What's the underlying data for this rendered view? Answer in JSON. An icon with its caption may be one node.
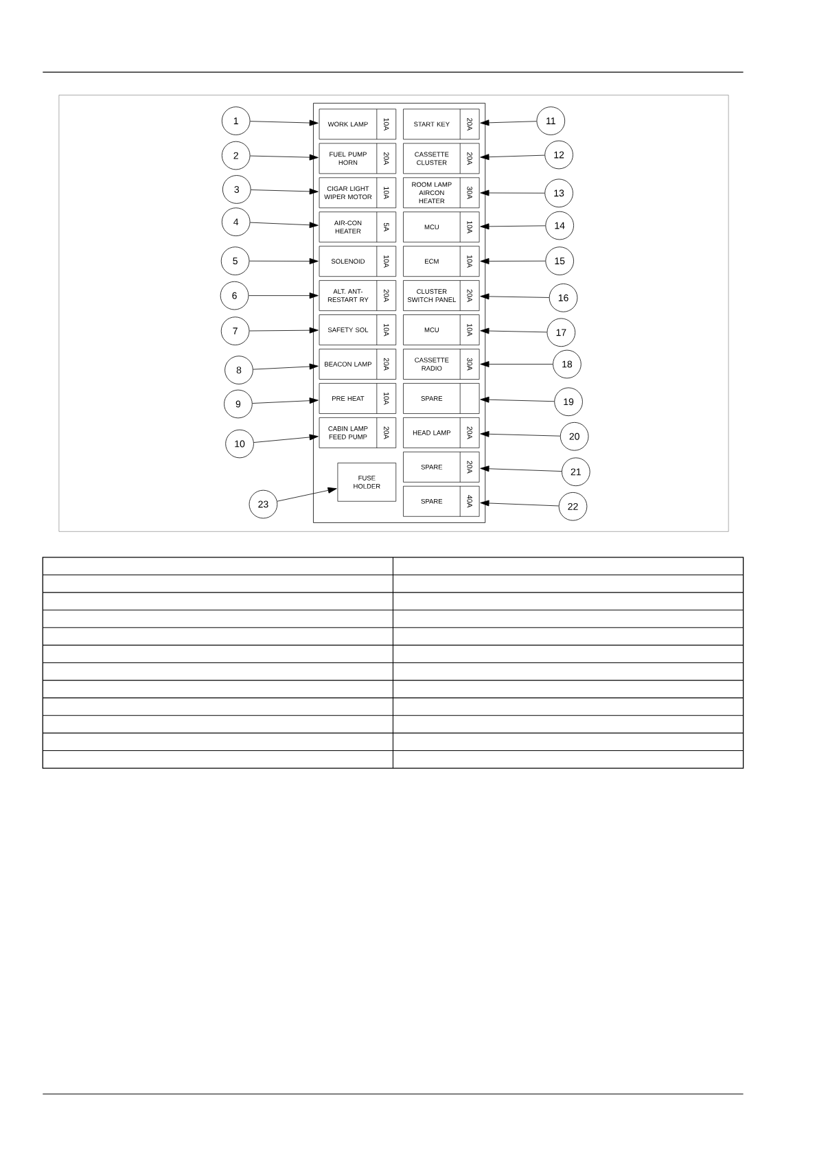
{
  "diagram": {
    "nodes": [
      {
        "text": [
          "1"
        ]
      },
      {
        "text": [
          "2"
        ]
      },
      {
        "text": [
          "3"
        ]
      },
      {
        "text": [
          "4"
        ]
      },
      {
        "text": [
          "5"
        ]
      },
      {
        "text": [
          "6"
        ]
      },
      {
        "text": [
          "7"
        ]
      },
      {
        "text": [
          "8"
        ]
      },
      {
        "text": [
          "9"
        ]
      },
      {
        "text": [
          "10"
        ]
      },
      {
        "text": [
          "11"
        ]
      },
      {
        "text": [
          "12"
        ]
      },
      {
        "text": [
          "13"
        ]
      },
      {
        "text": [
          "14"
        ]
      },
      {
        "text": [
          "15"
        ]
      },
      {
        "text": [
          "16"
        ]
      },
      {
        "text": [
          "17"
        ]
      },
      {
        "text": [
          "18"
        ]
      },
      {
        "text": [
          "19"
        ]
      },
      {
        "text": [
          "20"
        ]
      },
      {
        "text": [
          "21"
        ]
      },
      {
        "text": [
          "22"
        ]
      },
      {
        "text": [
          "23"
        ]
      },
      {
        "text": [
          "WORK LAMP",
          "10A"
        ]
      },
      {
        "text": [
          "FUEL PUMP HORN",
          "20A"
        ]
      },
      {
        "text": [
          "CIGAR LIGHT WIPER MOTOR",
          "10A"
        ]
      },
      {
        "text": [
          "AIR-CON HEATER",
          "5A"
        ]
      },
      {
        "text": [
          "SOLENOID",
          "10A"
        ]
      },
      {
        "text": [
          "ALT. ANT-RESTART RY",
          "20A"
        ]
      },
      {
        "text": [
          "SAFETY SOL",
          "10A"
        ]
      },
      {
        "text": [
          "BEACON LAMP",
          "20A"
        ]
      },
      {
        "text": [
          "PRE HEAT",
          "10A"
        ]
      },
      {
        "text": [
          "CABIN LAMP FEED PUMP",
          "20A"
        ]
      },
      {
        "text": [
          "START KEY",
          "20A"
        ]
      },
      {
        "text": [
          "CASSETTE CLUSTER",
          "20A"
        ]
      },
      {
        "text": [
          "ROOM LAMP AIRCON HEATER",
          "30A"
        ]
      },
      {
        "text": [
          "MCU",
          "10A"
        ]
      },
      {
        "text": [
          "ECM",
          "10A"
        ]
      },
      {
        "text": [
          "CLUSTER SWITCH PANEL",
          "20A"
        ]
      },
      {
        "text": [
          "MCU",
          "10A"
        ]
      },
      {
        "text": [
          "CASSETTE RADIO",
          "30A"
        ]
      },
      {
        "text": [
          "SPARE"
        ]
      },
      {
        "text": [
          "HEAD LAMP",
          "20A"
        ]
      },
      {
        "text": [
          "SPARE",
          "20A"
        ]
      },
      {
        "text": [
          "SPARE",
          "40A"
        ]
      },
      {
        "text": [
          "FUSE HOLDER"
        ]
      }
    ],
    "edges": [
      {
        "from": 0,
        "to": 23,
        "arrow": "to"
      },
      {
        "from": 1,
        "to": 24,
        "arrow": "to"
      },
      {
        "from": 2,
        "to": 25,
        "arrow": "to"
      },
      {
        "from": 3,
        "to": 26,
        "arrow": "to"
      },
      {
        "from": 4,
        "to": 27,
        "arrow": "to"
      },
      {
        "from": 5,
        "to": 28,
        "arrow": "to"
      },
      {
        "from": 6,
        "to": 29,
        "arrow": "to"
      },
      {
        "from": 7,
        "to": 30,
        "arrow": "to"
      },
      {
        "from": 8,
        "to": 31,
        "arrow": "to"
      },
      {
        "from": 9,
        "to": 32,
        "arrow": "to"
      },
      {
        "from": 10,
        "to": 33,
        "arrow": "to"
      },
      {
        "from": 11,
        "to": 34,
        "arrow": "to"
      },
      {
        "from": 12,
        "to": 35,
        "arrow": "to"
      },
      {
        "from": 13,
        "to": 36,
        "arrow": "to"
      },
      {
        "from": 14,
        "to": 37,
        "arrow": "to"
      },
      {
        "from": 15,
        "to": 38,
        "arrow": "to"
      },
      {
        "from": 16,
        "to": 39,
        "arrow": "to"
      },
      {
        "from": 17,
        "to": 40,
        "arrow": "to"
      },
      {
        "from": 18,
        "to": 41,
        "arrow": "to"
      },
      {
        "from": 19,
        "to": 42,
        "arrow": "to"
      },
      {
        "from": 20,
        "to": 43,
        "arrow": "to"
      },
      {
        "from": 21,
        "to": 44,
        "arrow": "to"
      },
      {
        "from": 22,
        "to": 45,
        "arrow": "to"
      }
    ]
  }
}
